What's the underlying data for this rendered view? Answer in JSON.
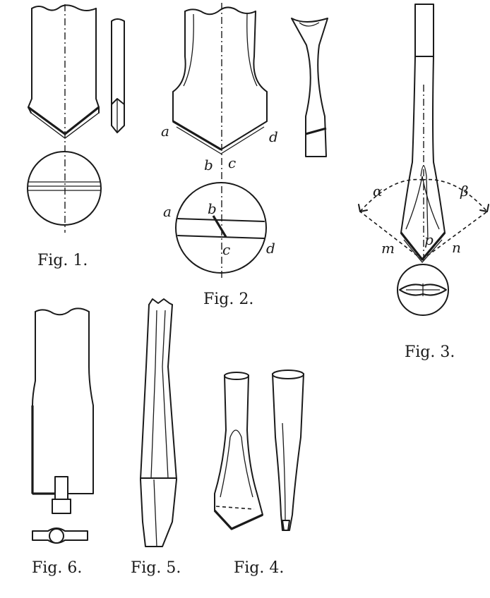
{
  "figures": {
    "fig1": {
      "caption": "Fig. 1."
    },
    "fig2": {
      "caption": "Fig. 2.",
      "labels": {
        "a": "a",
        "b": "b",
        "c": "c",
        "d": "d"
      }
    },
    "fig3": {
      "caption": "Fig. 3.",
      "labels": {
        "alpha": "α",
        "beta": "β",
        "m": "m",
        "p": "p",
        "n": "n"
      }
    },
    "fig4": {
      "caption": "Fig. 4."
    },
    "fig5": {
      "caption": "Fig. 5."
    },
    "fig6": {
      "caption": "Fig. 6."
    }
  }
}
